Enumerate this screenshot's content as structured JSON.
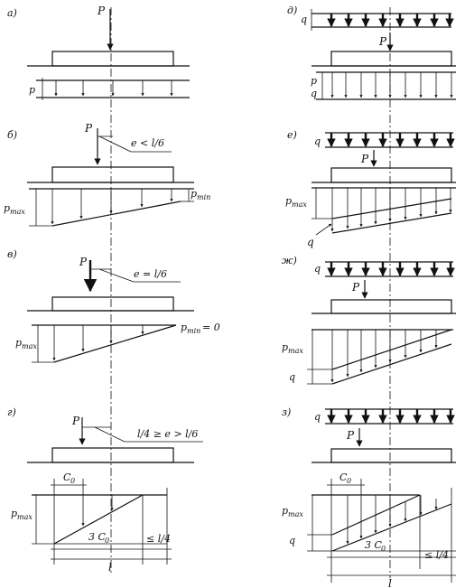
{
  "panels": {
    "a": {
      "tag": "а)",
      "load": "P",
      "p": "p"
    },
    "b": {
      "tag": "б)",
      "load": "P",
      "ecc": "e < l/6",
      "p_max": "p",
      "p_max_sub": "max",
      "p_min": "p",
      "p_min_sub": "min"
    },
    "v": {
      "tag": "в)",
      "load": "P",
      "ecc": "e = l/6",
      "p_max": "p",
      "p_max_sub": "max",
      "p_min": "p",
      "p_min_sub": "min",
      "p_min_eq": " = 0"
    },
    "g": {
      "tag": "г)",
      "load": "P",
      "ecc": "l/4 ≥ e > l/6",
      "c0": "C",
      "c0_sub": "0",
      "p_max": "p",
      "p_max_sub": "max",
      "three_c0": "3 C",
      "three_c0_sub": "0",
      "le_l4": "≤ l/4",
      "l": "l"
    },
    "d": {
      "tag": "д)",
      "q": "q",
      "load": "P",
      "p": "p",
      "q2": "q"
    },
    "e": {
      "tag": "е)",
      "q": "q",
      "load": "P",
      "p_max": "p",
      "p_max_sub": "max",
      "q_bottom": "q"
    },
    "zh": {
      "tag": "ж)",
      "q": "q",
      "load": "P",
      "p_max": "p",
      "p_max_sub": "max",
      "q_bottom": "q"
    },
    "z": {
      "tag": "з)",
      "q": "q",
      "load": "P",
      "c0": "C",
      "c0_sub": "0",
      "p_max": "p",
      "p_max_sub": "max",
      "q_bottom": "q",
      "three_c0": "3 C",
      "three_c0_sub": "0",
      "le_l4": "≤ l/4",
      "l": "l"
    }
  }
}
